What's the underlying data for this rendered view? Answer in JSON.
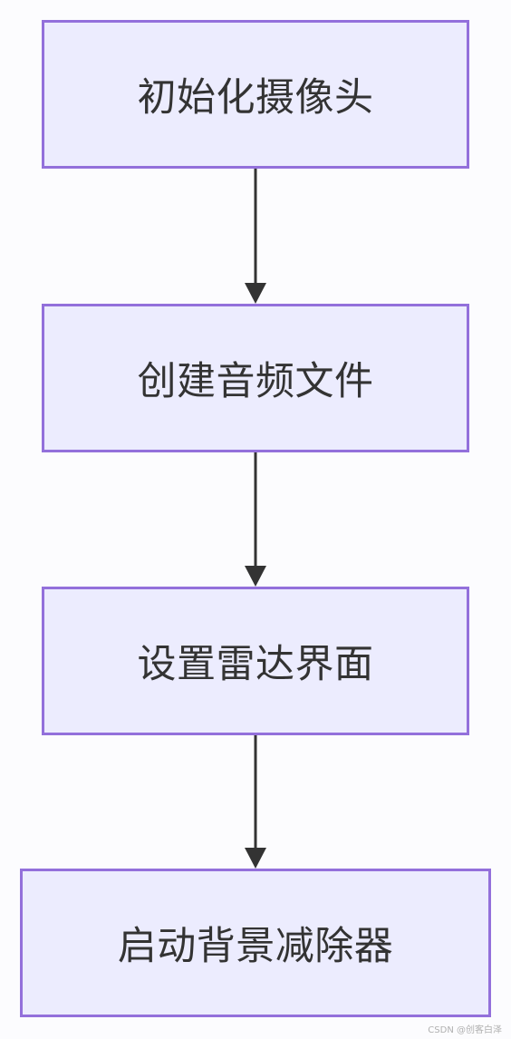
{
  "nodes": [
    {
      "label": "初始化摄像头"
    },
    {
      "label": "创建音频文件"
    },
    {
      "label": "设置雷达界面"
    },
    {
      "label": "启动背景减除器"
    }
  ],
  "colors": {
    "node_fill": "#ececfe",
    "node_border": "#9370db",
    "text": "#333333",
    "edge": "#333333"
  },
  "watermark": "CSDN @创客白泽"
}
